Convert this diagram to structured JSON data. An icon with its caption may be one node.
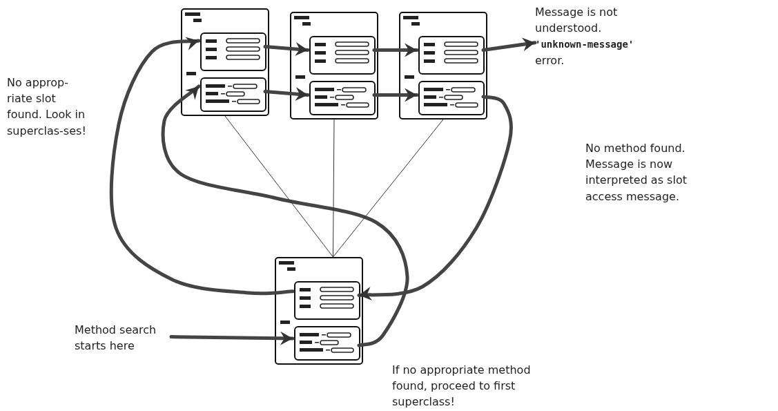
{
  "diagram": {
    "nodes": [
      {
        "text": [],
        "shape": "box"
      },
      {
        "text": [],
        "shape": "box",
        "in": 0
      },
      {
        "text": [],
        "shape": "box",
        "in": 0
      },
      {
        "text": [],
        "shape": "box"
      },
      {
        "text": [],
        "shape": "box",
        "in": 3
      },
      {
        "text": [],
        "shape": "box",
        "in": 3
      },
      {
        "text": [],
        "shape": "box"
      },
      {
        "text": [],
        "shape": "box",
        "in": 6
      },
      {
        "text": [],
        "shape": "box",
        "in": 6
      },
      {
        "text": [
          "Message is not understood. **'unknown-message'** error."
        ]
      },
      {
        "text": [],
        "shape": "box"
      },
      {
        "text": [],
        "shape": "box",
        "in": 10
      },
      {
        "text": [],
        "shape": "box",
        "in": 10
      },
      {
        "text": [
          "Method search starts here"
        ]
      }
    ],
    "edges": [
      {
        "from": 1,
        "to": 4,
        "arrow": "to"
      },
      {
        "from": 4,
        "to": 7,
        "arrow": "to"
      },
      {
        "from": 7,
        "to": 9,
        "arrow": "to"
      },
      {
        "from": 2,
        "to": 5,
        "arrow": "to"
      },
      {
        "from": 5,
        "to": 8,
        "arrow": "to"
      },
      {
        "from": 13,
        "to": 12,
        "arrow": "to"
      },
      {
        "from": 12,
        "to": 2,
        "arrow": "to"
      },
      {
        "from": 8,
        "to": 11,
        "arrow": "to"
      },
      {
        "from": 11,
        "to": 1,
        "arrow": "to"
      },
      {
        "from": 10,
        "to": 0,
        "arrow": "none"
      },
      {
        "from": 10,
        "to": 3,
        "arrow": "none"
      },
      {
        "from": 10,
        "to": 6,
        "arrow": "none"
      }
    ],
    "labels": [
      "No approp-riate slot found. Look in superclas-ses!",
      "No method found. Message is now interpreted as slot access message.",
      "If no appropriate method found, proceed to first superclass!"
    ]
  }
}
